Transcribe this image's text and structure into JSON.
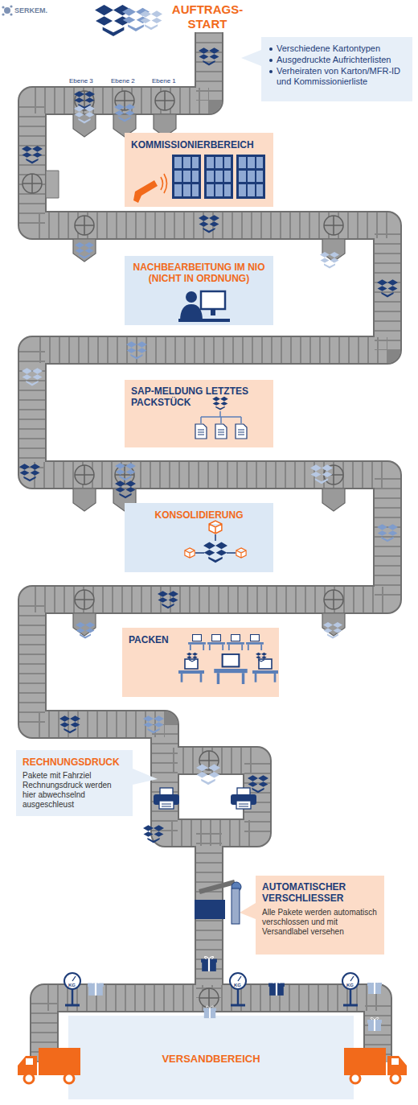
{
  "diagram": {
    "nodes": [
      {
        "text": [
          "AUFTRAGS-START"
        ]
      },
      {
        "text": [
          "Verschiedene Kartontypen",
          "Ausgedruckte Aufrichterlisten",
          "Verheiraten von Karton/MFR-ID und Kommissionierliste"
        ]
      },
      {
        "text": [
          "KOMMISSIONIERBEREICH"
        ]
      },
      {
        "text": [
          "NACHBEARBEITUNG IM NIO (NICHT IN ORDNUNG)"
        ]
      },
      {
        "text": [
          "SAP-MELDUNG LETZTES PACKSTÜCK"
        ]
      },
      {
        "text": [
          "KONSOLIDIERUNG"
        ]
      },
      {
        "text": [
          "PACKEN"
        ]
      },
      {
        "text": [
          "RECHNUNGSDRUCK",
          "Pakete mit Fahrziel Rechnungsdruck werden hier abwechselnd ausgeschleust"
        ]
      },
      {
        "text": [
          "AUTOMATISCHER VERSCHLIESSER",
          "Alle Pakete werden automatisch verschlossen und mit Versandlabel versehen"
        ]
      },
      {
        "text": [
          "VERSANDBEREICH"
        ]
      }
    ],
    "labels": [
      "SERKEM.",
      "Ebene 3",
      "Ebene 2",
      "Ebene 1",
      "KG",
      "KG",
      "KG"
    ]
  }
}
